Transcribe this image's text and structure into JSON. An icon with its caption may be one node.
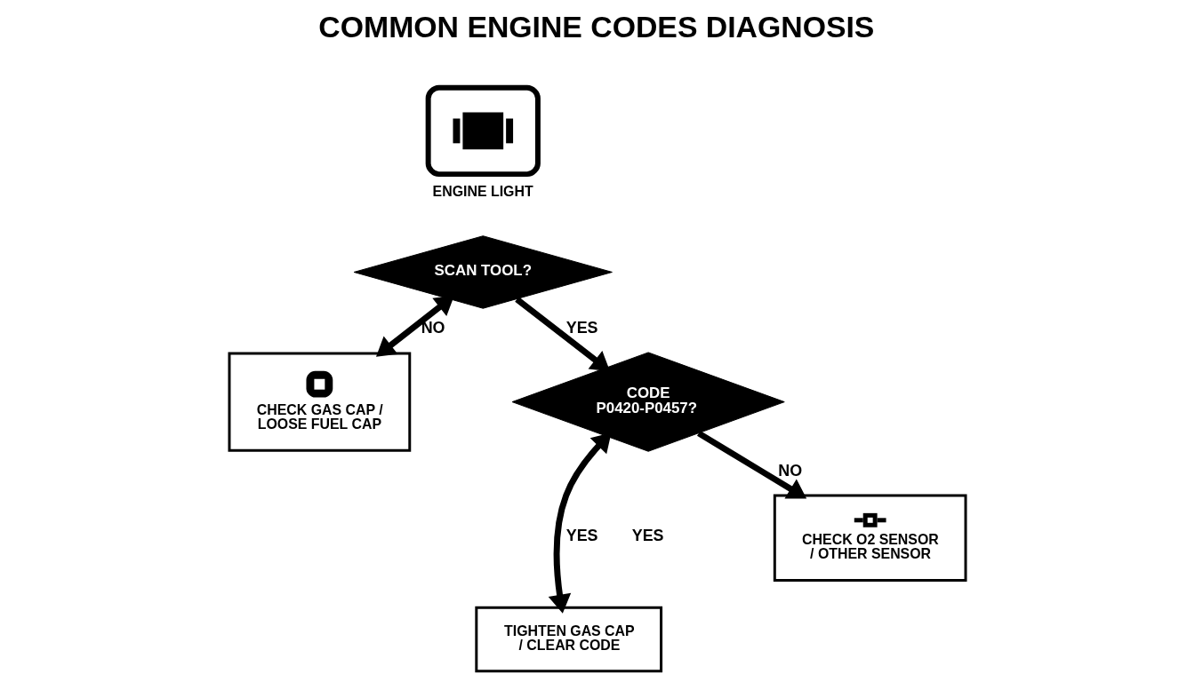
{
  "diagram": {
    "title": "COMMON ENGINE CODES DIAGNOSIS",
    "nodes": [
      {
        "text": [
          "ENGINE LIGHT"
        ]
      },
      {
        "text": [
          "SCAN TOOL?"
        ]
      },
      {
        "text": [
          "CODE P0420-P0457?"
        ]
      },
      {
        "text": [
          "CHECK GAS CAP / LOOSE FUEL CAP"
        ]
      },
      {
        "text": [
          "CHECK O2 SENSOR / OTHER SENSOR"
        ]
      },
      {
        "text": [
          "TIGHTEN GAS CAP / CLEAR CODE"
        ]
      }
    ],
    "edges": [
      {
        "from": 1,
        "to": 3,
        "arrow": "both",
        "label": "NO"
      },
      {
        "from": 1,
        "to": 2,
        "arrow": "to",
        "label": "YES"
      },
      {
        "from": 2,
        "to": 4,
        "arrow": "to",
        "label": "NO"
      },
      {
        "from": 2,
        "to": 5,
        "arrow": "both",
        "label": "YES"
      }
    ],
    "labels": [
      "YES"
    ]
  }
}
